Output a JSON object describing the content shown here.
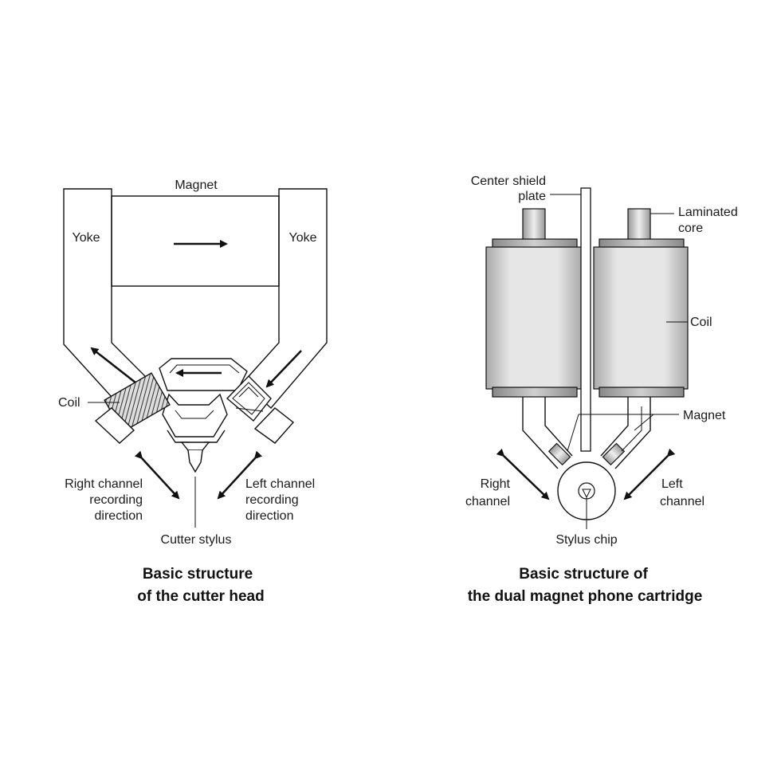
{
  "left_figure": {
    "labels": {
      "magnet": "Magnet",
      "yoke_left": "Yoke",
      "yoke_right": "Yoke",
      "coil": "Coil",
      "right_channel_1": "Right channel",
      "right_channel_2": "recording",
      "right_channel_3": "direction",
      "left_channel_1": "Left channel",
      "left_channel_2": "recording",
      "left_channel_3": "direction",
      "cutter_stylus": "Cutter stylus"
    },
    "caption_line1": "Basic structure",
    "caption_line2": "of the cutter head"
  },
  "right_figure": {
    "labels": {
      "center_shield_1": "Center shield",
      "center_shield_2": "plate",
      "laminated_1": "Laminated",
      "laminated_2": "core",
      "coil": "Coil",
      "magnet": "Magnet",
      "right_channel_1": "Right",
      "right_channel_2": "channel",
      "left_channel_1": "Left",
      "left_channel_2": "channel",
      "stylus_chip": "Stylus chip"
    },
    "caption_line1": "Basic structure of",
    "caption_line2": "the dual magnet phone cartridge"
  }
}
